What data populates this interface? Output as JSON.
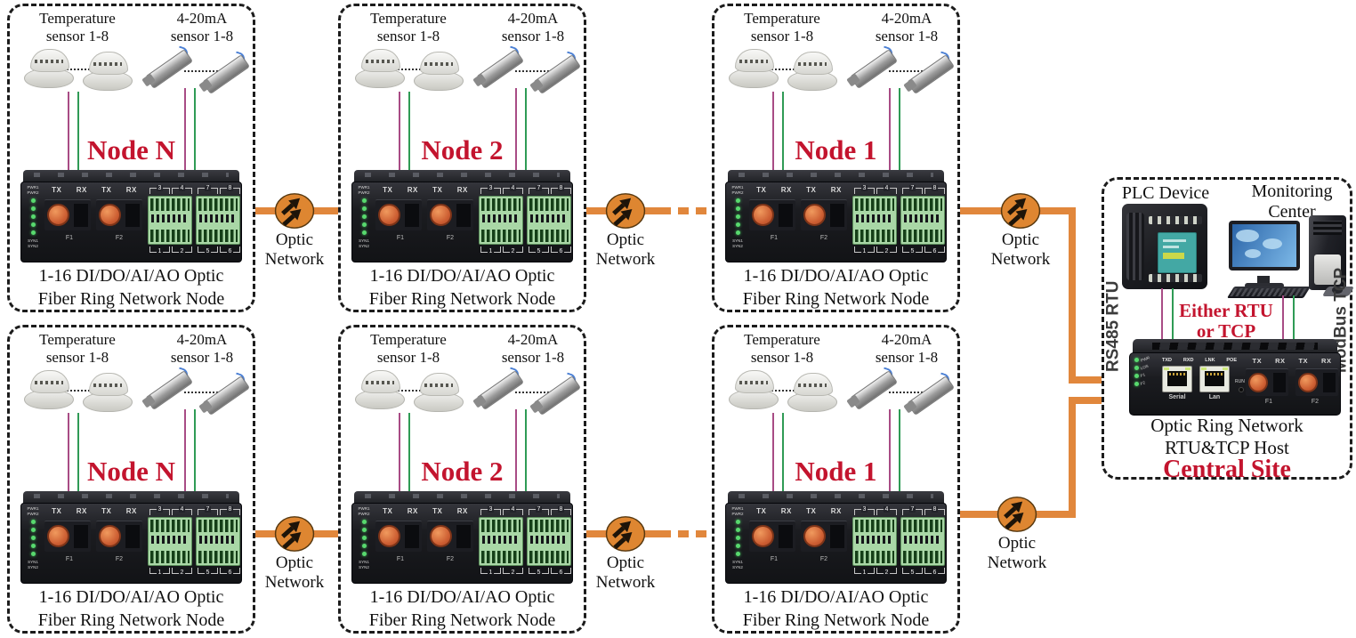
{
  "labels": {
    "temp_sensor": "Temperature\nsensor 1-8",
    "ma_sensor": "4-20mA\nsensor 1-8",
    "node_caption": "1-16 DI/DO/AI/AO Optic\nFiber Ring Network Node",
    "optic_network": "Optic\nNetwork"
  },
  "nodes": [
    {
      "title": "Node N"
    },
    {
      "title": "Node 2"
    },
    {
      "title": "Node 1"
    },
    {
      "title": "Node N"
    },
    {
      "title": "Node 2"
    },
    {
      "title": "Node 1"
    }
  ],
  "device": {
    "pwr": "PWR1\nPWR2",
    "syn": "SYN1\nSYN2",
    "tx": "TX",
    "rx": "RX",
    "f1": "F1",
    "f2": "F2",
    "terminals_top": [
      "3",
      "4",
      "7",
      "8"
    ],
    "terminals_bottom": [
      "1",
      "2",
      "5",
      "6"
    ]
  },
  "central": {
    "plc_label": "PLC Device",
    "monitoring_label": "Monitoring\nCenter",
    "rs485": "RS485 RTU",
    "modbus": "ModBus TCP",
    "either": "Either RTU\nor TCP",
    "caption_line1": "Optic Ring Network",
    "caption_line2": "RTU&TCP Host",
    "site": "Central Site",
    "host_device": {
      "leds": [
        "PWR",
        "LOS",
        "F1",
        "F2"
      ],
      "port_labels": [
        "TXD",
        "RXD",
        "LNK",
        "POE"
      ],
      "serial": "Serial",
      "lan": "Lan",
      "run": "RUN",
      "tx": "TX",
      "rx": "RX",
      "f1": "F1",
      "f2": "F2"
    }
  },
  "colors": {
    "link_orange": "#E1873C",
    "wire_magenta": "#A84C85",
    "wire_green": "#2F9B55",
    "accent_red": "#C3142E",
    "terminal_green": "#A9D7A6",
    "led_green": "#58D96E",
    "knob_orange": "#D96A3A"
  }
}
